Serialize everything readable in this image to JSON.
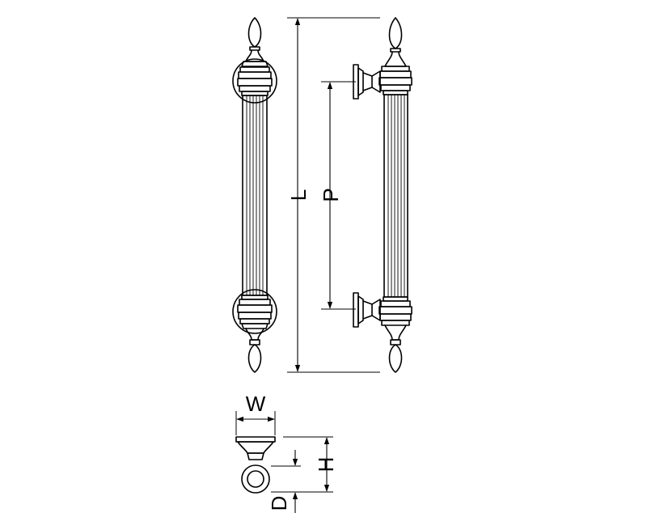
{
  "dimension_labels": {
    "length": "L",
    "pitch": "P",
    "width": "W",
    "height": "H",
    "diameter": "D"
  }
}
